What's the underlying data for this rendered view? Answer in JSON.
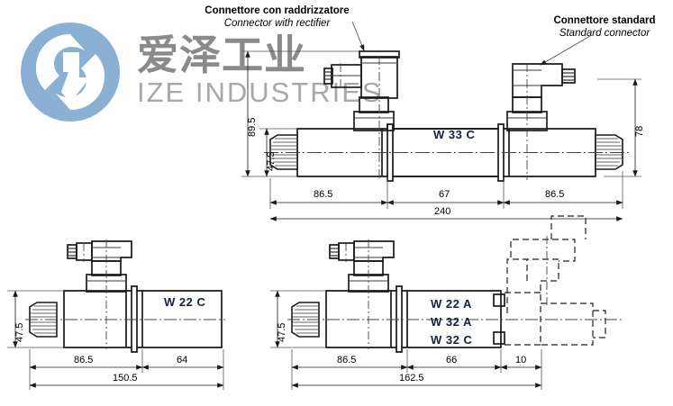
{
  "page": {
    "title": "Hydraulic directional control valve dimensional drawing",
    "background": "#ffffff"
  },
  "watermark": {
    "logo_name": "ize-industries-logo",
    "logo_color": "#8ab0d4",
    "chinese_text": "爱泽工业",
    "english_text": "IZE INDUSTRIES",
    "text_color": "#8a8a8a"
  },
  "callouts": [
    {
      "name": "connector-with-rectifier",
      "line_it": "Connettore con raddrizzatore",
      "line_en": "Connector with rectifier"
    },
    {
      "name": "standard-connector",
      "line_it": "Connettore standard",
      "line_en": "Standard connector"
    }
  ],
  "views": {
    "top": {
      "name": "double-solenoid-valve-view",
      "model_label": "W 33 C",
      "dimensions": {
        "height_total": "89.5",
        "height_body": "47.5",
        "height_right": "78",
        "left_segment": "86.5",
        "center_segment": "67",
        "right_segment": "86.5",
        "overall_length": "240"
      }
    },
    "bottom_left": {
      "name": "single-solenoid-valve-view",
      "model_label": "W 22 C",
      "dimensions": {
        "height_body": "47.5",
        "left_segment": "86.5",
        "right_segment": "64",
        "overall_length": "150.5"
      }
    },
    "bottom_right": {
      "name": "single-solenoid-spring-valve-view",
      "model_labels": [
        "W 22 A",
        "W 32 A",
        "W 32 C"
      ],
      "dimensions": {
        "height_body": "47.5",
        "left_segment": "86.5",
        "right_segment": "66",
        "tail_segment": "10",
        "overall_length": "162.5"
      }
    }
  },
  "colors": {
    "line": "#1a1a1a",
    "thin_line": "#555555",
    "label_navy": "#14213d",
    "logo_blue": "#8ab0d4"
  }
}
